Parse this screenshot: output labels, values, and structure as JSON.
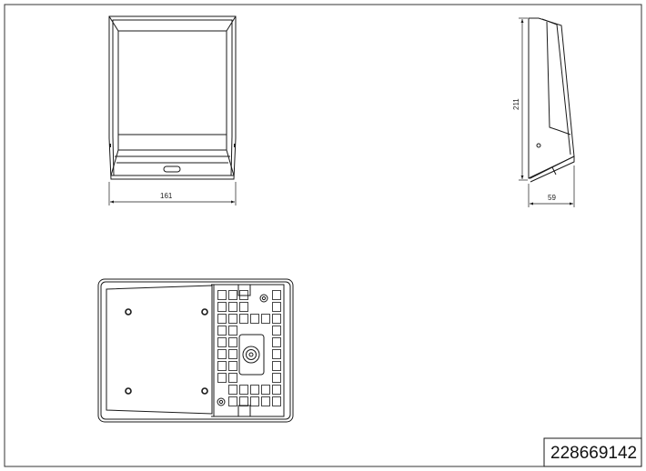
{
  "drawing": {
    "part_number": "228669142",
    "dimensions": {
      "front_width": "161",
      "side_height": "211",
      "side_depth": "59"
    }
  },
  "views": [
    "front-view",
    "side-view",
    "back-view"
  ],
  "colors": {
    "line": "#1a1a1a",
    "background": "#ffffff"
  }
}
